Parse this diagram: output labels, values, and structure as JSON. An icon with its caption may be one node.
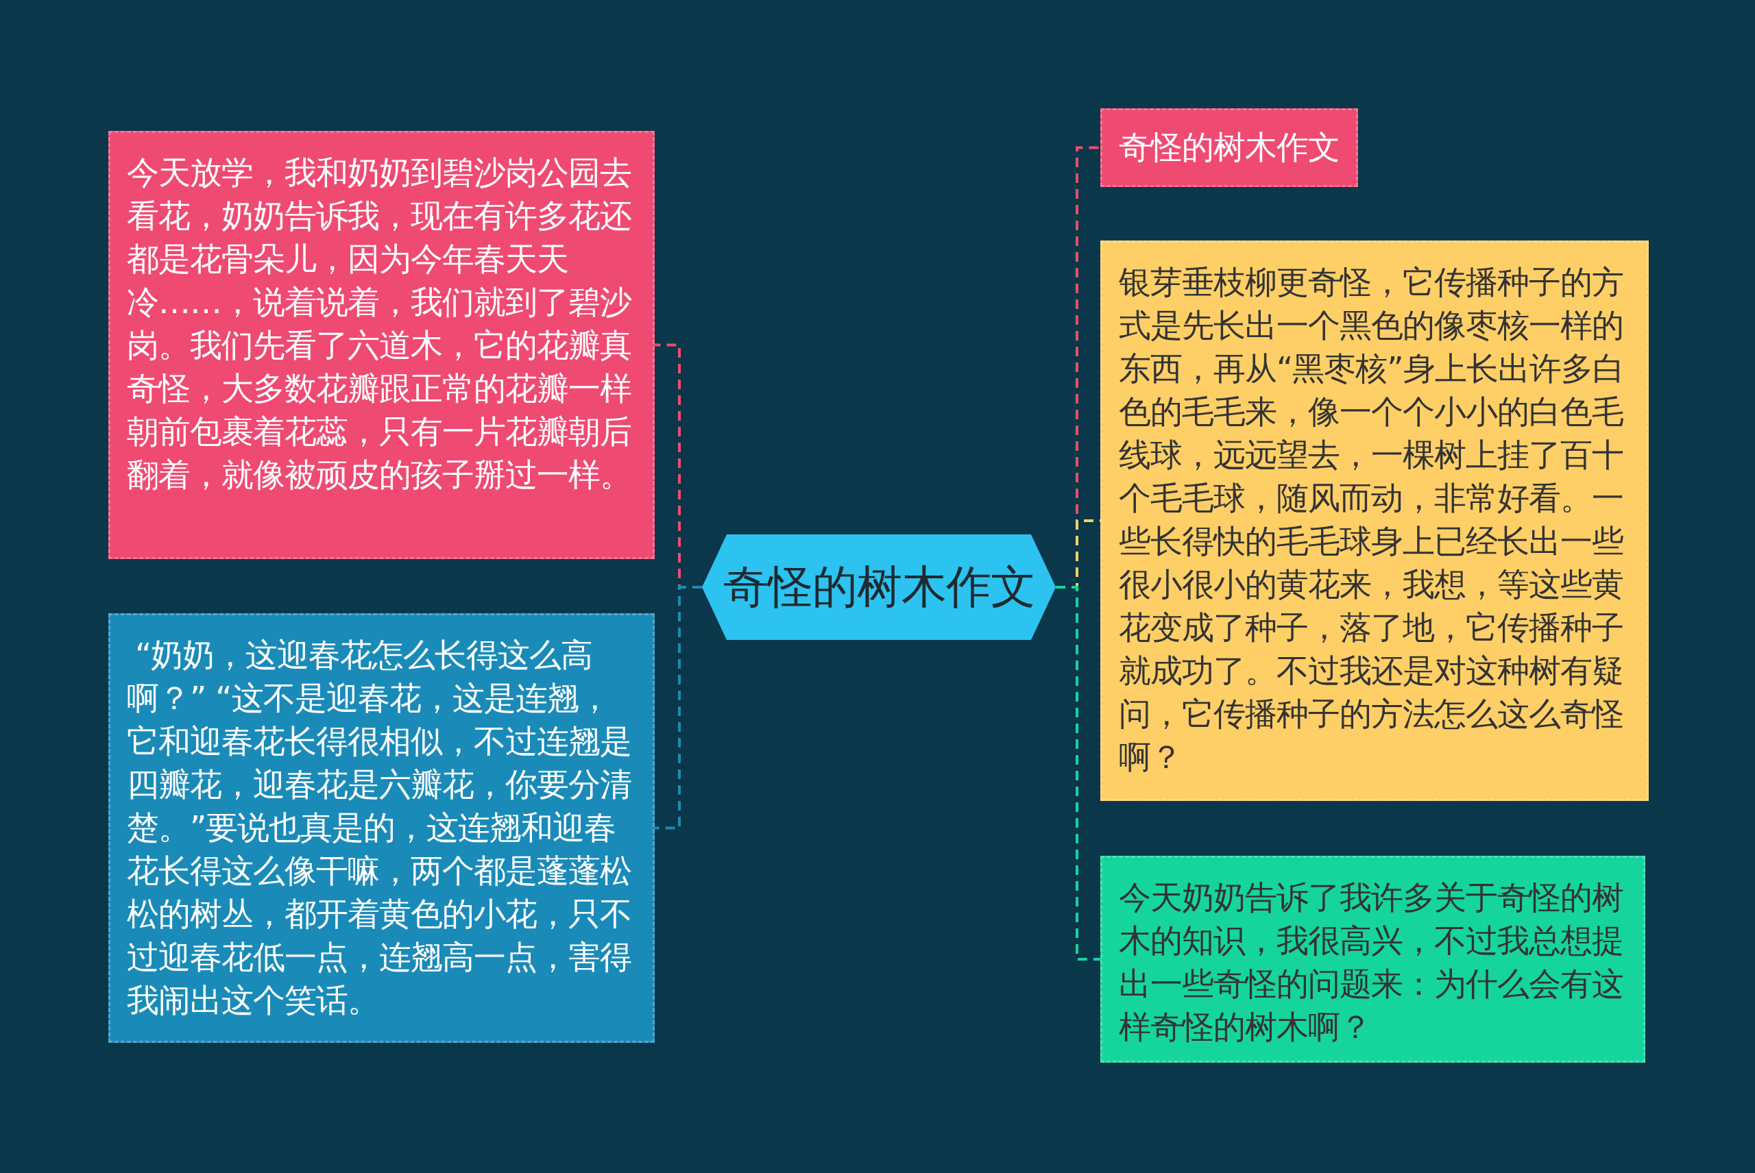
{
  "diagram": {
    "nodes": [
      {
        "text": [
          "奇怪的树木作文"
        ]
      },
      {
        "text": [
          "今天放学，我和奶奶到碧沙岗公园去看花，奶奶告诉我，现在有许多花还都是花骨朵儿，因为今年春天天冷……，说着说着，我们就到了碧沙岗。我们先看了六道木，它的花瓣真奇怪，大多数花瓣跟正常的花瓣一样朝前包裹着花蕊，只有一片花瓣朝后翻着，就像被顽皮的孩子掰过一样。"
        ]
      },
      {
        "text": [
          "“奶奶，这迎春花怎么长得这么高啊？” “这不是迎春花，这是连翘，它和迎春花长得很相似，不过连翘是四瓣花，迎春花是六瓣花，你要分清楚。”要说也真是的，这连翘和迎春花长得这么像干嘛，两个都是蓬蓬松松的树丛，都开着黄色的小花，只不过迎春花低一点，连翘高一点，害得我闹出这个笑话。"
        ]
      },
      {
        "text": [
          "奇怪的树木作文"
        ]
      },
      {
        "text": [
          "银芽垂枝柳更奇怪，它传播种子的方式是先长出一个黑色的像枣核一样的东西，再从“黑枣核”身上长出许多白色的毛毛来，像一个个小小的白色毛线球，远远望去，一棵树上挂了百十个毛毛球，随风而动，非常好看。一些长得快的毛毛球身上已经长出一些很小很小的黄花来，我想，等这些黄花变成了种子，落了地，它传播种子就成功了。不过我还是对这种树有疑问，它传播种子的方法怎么这么奇怪啊？"
        ]
      },
      {
        "text": [
          "今天奶奶告诉了我许多关于奇怪的树木的知识，我很高兴，不过我总想提出一些奇怪的问题来：为什么会有这样奇怪的树木啊？"
        ]
      }
    ],
    "edges": [
      {
        "from": 0,
        "to": 1,
        "arrow": "none",
        "style": "dashed",
        "color": "#ef4a72"
      },
      {
        "from": 0,
        "to": 2,
        "arrow": "none",
        "style": "dashed",
        "color": "#1a8bb8"
      },
      {
        "from": 0,
        "to": 3,
        "arrow": "none",
        "style": "dashed",
        "color": "#ef4a72"
      },
      {
        "from": 0,
        "to": 4,
        "arrow": "none",
        "style": "dashed",
        "color": "#fdcf66"
      },
      {
        "from": 0,
        "to": 5,
        "arrow": "none",
        "style": "dashed",
        "color": "#15d59c"
      }
    ]
  }
}
